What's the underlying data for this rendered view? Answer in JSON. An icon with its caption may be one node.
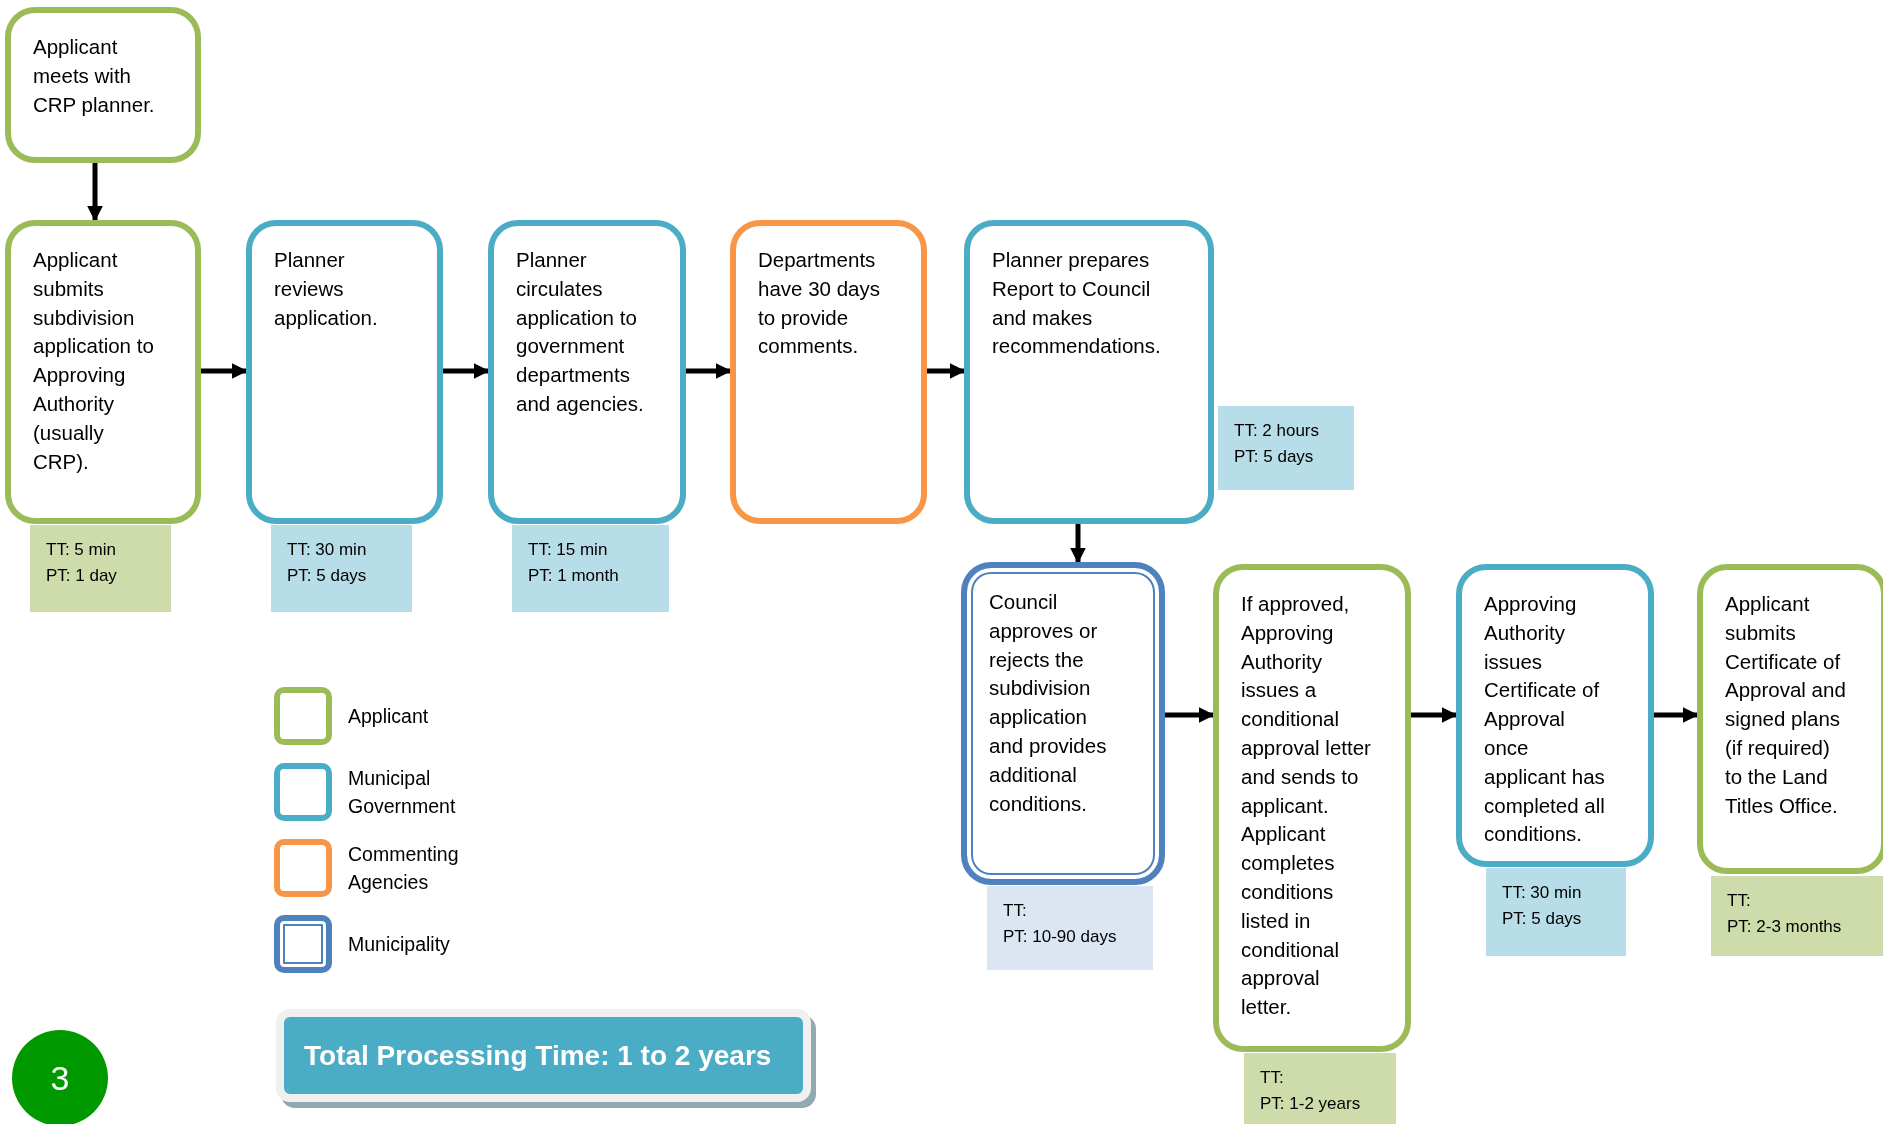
{
  "diagram": {
    "nodes": [
      {
        "text": [
          "Applicant meets with CRP planner."
        ]
      },
      {
        "text": [
          "Applicant submits subdivision application to Approving Authority (usually CRP)."
        ],
        "beside": [
          "TT: 5 min",
          "PT: 1 day"
        ]
      },
      {
        "text": [
          "Planner reviews application."
        ],
        "beside": [
          "TT: 30 min",
          "PT: 5 days"
        ]
      },
      {
        "text": [
          "Planner circulates application to government departments and agencies."
        ],
        "beside": [
          "TT: 15 min",
          "PT: 1 month"
        ]
      },
      {
        "text": [
          "Departments have 30 days to provide comments."
        ]
      },
      {
        "text": [
          "Planner prepares Report to Council and makes recommendations."
        ],
        "beside": [
          "TT: 2 hours",
          "PT: 5 days"
        ]
      },
      {
        "text": [
          "Council approves or rejects the subdivision application and provides additional conditions."
        ],
        "beside": [
          "TT:",
          "PT: 10-90 days"
        ]
      },
      {
        "text": [
          "If approved, Approving Authority issues a conditional approval letter and sends to applicant. Applicant completes conditions listed in conditional approval letter."
        ],
        "beside": [
          "TT:",
          "PT: 1-2 years"
        ]
      },
      {
        "text": [
          "Approving Authority issues Certificate of Approval once applicant has completed all conditions."
        ],
        "beside": [
          "TT: 30 min",
          "PT: 5 days"
        ]
      },
      {
        "text": [
          "Applicant submits Certificate of Approval and signed plans (if required) to the Land Titles Office."
        ],
        "beside": [
          "TT:",
          "PT: 2-3 months"
        ]
      },
      {
        "text": [
          "Total Processing Time: 1 to 2 years"
        ]
      },
      {
        "text": [
          "3"
        ]
      }
    ],
    "edges": [
      {
        "from": 0,
        "to": 1,
        "arrow": "to"
      },
      {
        "from": 1,
        "to": 2,
        "arrow": "to"
      },
      {
        "from": 2,
        "to": 3,
        "arrow": "to"
      },
      {
        "from": 3,
        "to": 4,
        "arrow": "to"
      },
      {
        "from": 4,
        "to": 5,
        "arrow": "to"
      },
      {
        "from": 5,
        "to": 6,
        "arrow": "to"
      },
      {
        "from": 6,
        "to": 7,
        "arrow": "to"
      },
      {
        "from": 7,
        "to": 8,
        "arrow": "to"
      },
      {
        "from": 8,
        "to": 9,
        "arrow": "to"
      }
    ],
    "legend": [
      {
        "text": "Applicant",
        "color": "#9bbb59"
      },
      {
        "text": "Municipal Government",
        "color": "#4bacc6"
      },
      {
        "text": "Commenting Agencies",
        "color": "#f79646"
      },
      {
        "text": "Municipality",
        "color": "#4f81bd"
      }
    ]
  }
}
